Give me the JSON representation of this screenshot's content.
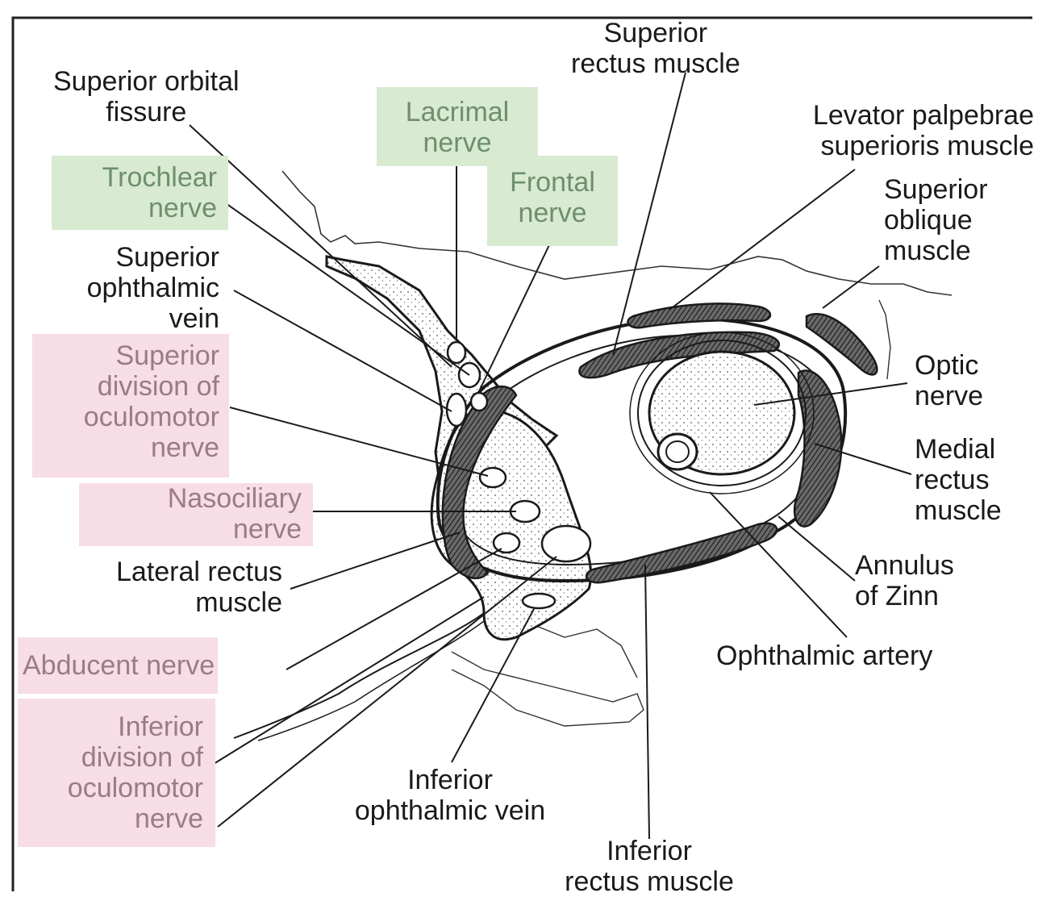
{
  "colors": {
    "green_highlight": "#d8ead0",
    "pink_highlight": "#f6dde6",
    "ink": "#1a1a1a"
  },
  "labels": {
    "superior_rectus": [
      "Superior",
      "rectus muscle"
    ],
    "superior_orbital_fissure": [
      "Superior orbital",
      "fissure"
    ],
    "lacrimal_nerve": [
      "Lacrimal",
      "nerve"
    ],
    "levator": [
      "Levator palpebrae",
      "superioris muscle"
    ],
    "trochlear_nerve": [
      "Trochlear",
      "nerve"
    ],
    "frontal_nerve": [
      "Frontal",
      "nerve"
    ],
    "superior_oblique": [
      "Superior",
      "oblique",
      "muscle"
    ],
    "superior_ophthalmic_vein": [
      "Superior",
      "ophthalmic",
      "vein"
    ],
    "superior_division": [
      "Superior",
      "division of",
      "oculomotor",
      "nerve"
    ],
    "optic_nerve": [
      "Optic",
      "nerve"
    ],
    "medial_rectus": [
      "Medial",
      "rectus",
      "muscle"
    ],
    "nasociliary_nerve": [
      "Nasociliary",
      "nerve"
    ],
    "lateral_rectus": [
      "Lateral rectus",
      "muscle"
    ],
    "annulus_of_zinn": [
      "Annulus",
      "of Zinn"
    ],
    "abducent_nerve": [
      "Abducent nerve"
    ],
    "ophthalmic_artery": [
      "Ophthalmic artery"
    ],
    "inferior_division": [
      "Inferior",
      "division of",
      "oculomotor",
      "nerve"
    ],
    "inferior_ophthalmic_vein": [
      "Inferior",
      "ophthalmic vein"
    ],
    "inferior_rectus": [
      "Inferior",
      "rectus muscle"
    ]
  }
}
